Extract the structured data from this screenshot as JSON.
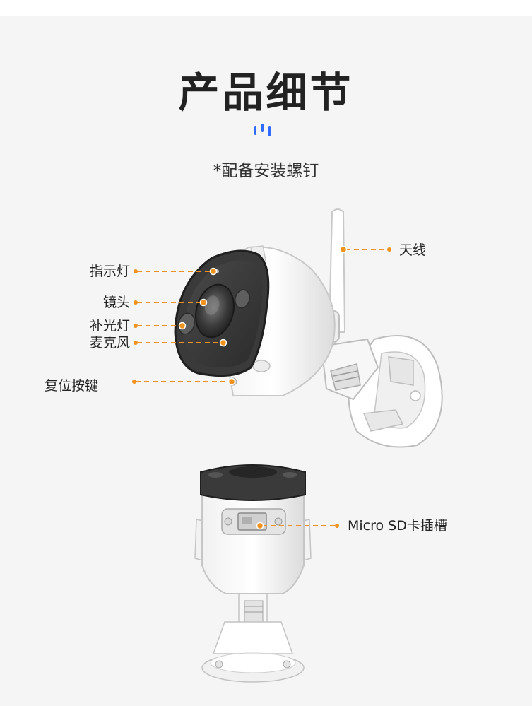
{
  "header": {
    "title": "产品细节",
    "subtitle": "*配备安装螺钉"
  },
  "colors": {
    "accent": "#f0921e",
    "deco_blue": "#2f6bff",
    "text": "#222222"
  },
  "labels": {
    "indicator": "指示灯",
    "lens": "镜头",
    "fill_light": "补光灯",
    "microphone": "麦克风",
    "reset": "复位按键",
    "antenna": "天线",
    "sd_slot": "Micro SD卡插槽"
  }
}
